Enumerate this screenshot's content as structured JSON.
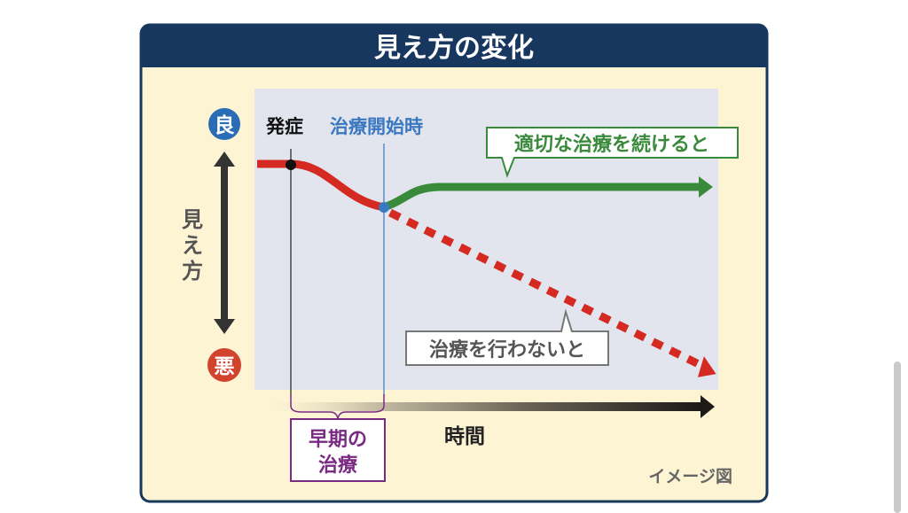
{
  "title": "見え方の変化",
  "axis": {
    "good": "良",
    "bad": "悪",
    "vertical_label": [
      "見",
      "え",
      "方"
    ],
    "time_label": "時間"
  },
  "markers": {
    "onset": "発症",
    "treatment_start": "治療開始時"
  },
  "callouts": {
    "with_treatment": "適切な治療を続けると",
    "without_treatment": "治療を行わないと"
  },
  "early_treatment": [
    "早期の",
    "治療"
  ],
  "note": "イメージ図",
  "colors": {
    "header": "#17375e",
    "background": "#fdf4d3",
    "plot": "#e2e4ee",
    "good": "#2a6db5",
    "bad": "#d2432e",
    "green": "#3a8a3c",
    "purple": "#7a2a82"
  }
}
